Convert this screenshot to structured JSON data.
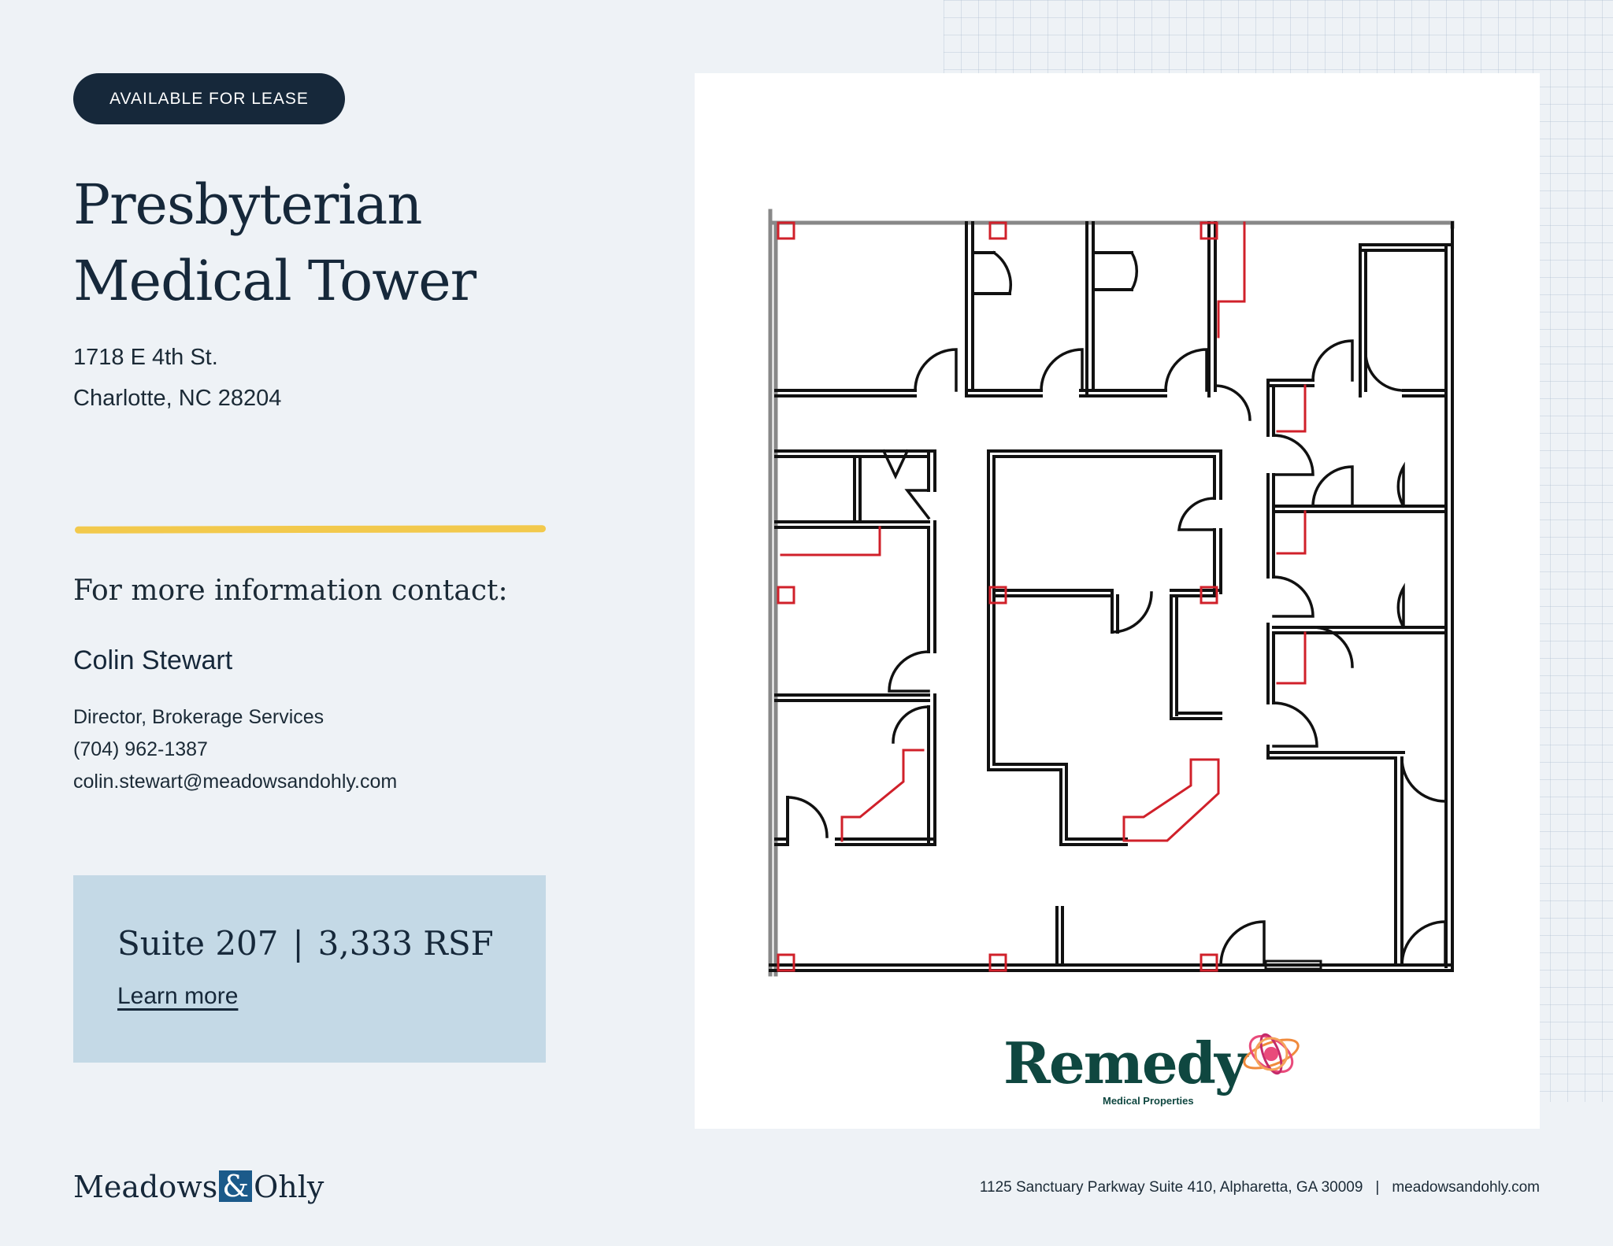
{
  "badge": {
    "label": "AVAILABLE FOR LEASE"
  },
  "property": {
    "title_line1": "Presbyterian",
    "title_line2": "Medical Tower",
    "address_line1": "1718 E 4th St.",
    "address_line2": "Charlotte, NC 28204"
  },
  "contact": {
    "heading": "For more information contact:",
    "name": "Colin Stewart",
    "role": "Director, Brokerage Services",
    "phone": "(704) 962-1387",
    "email": "colin.stewart@meadowsandohly.com"
  },
  "suite": {
    "name": "Suite 207",
    "separator": "|",
    "size": "3,333 RSF",
    "link_label": "Learn more"
  },
  "logos": {
    "remedy_name": "Remedy",
    "remedy_tagline": "Medical Properties",
    "company_part1": "Meadows",
    "company_amp": "&",
    "company_part2": "Ohly"
  },
  "footer": {
    "address": "1125 Sanctuary Parkway Suite 410, Alpharetta, GA 30009",
    "separator": "|",
    "website": "meadowsandohly.com"
  },
  "colors": {
    "navy": "#16283a",
    "accent_yellow": "#f2c94c",
    "suite_box": "#c4d9e6",
    "plan_wall": "#111111",
    "plan_fixture": "#d0202a",
    "remedy_green": "#0f4740"
  }
}
